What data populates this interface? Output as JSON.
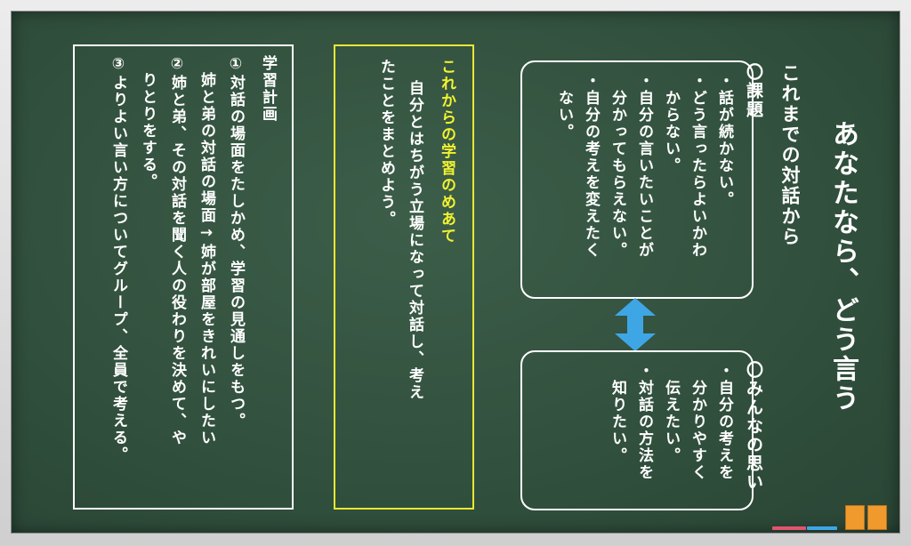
{
  "title": "あなたなら、どう言う",
  "subtitle": "これまでの対話から",
  "kadai": {
    "heading": "〇課題",
    "lines": [
      "・話が続かない。",
      "・どう言ったらよいかわ",
      "　からない。",
      "・自分の言いたいことが",
      "　分かってもらえない。",
      "・自分の考えを変えたく",
      "　ない。"
    ]
  },
  "minna": {
    "heading": "〇みんなの思い",
    "lines": [
      "・自分の考えを",
      "　分かりやすく",
      "　伝えたい。",
      "・対話の方法を",
      "　知りたい。"
    ]
  },
  "goal": {
    "heading": "これからの学習のめあて",
    "lines": [
      "自分とはちがう立場になって対話し、考え",
      "たことをまとめよう。"
    ]
  },
  "plan": {
    "heading": "学習計画",
    "lines": [
      "①対話の場面をたしかめ、学習の見通しをもつ。",
      "　姉と弟の対話の場面→姉が部屋をきれいにしたい",
      "②姉と弟、その対話を聞く人の役わりを決めて、や",
      "　りとりをする。",
      "③よりよい言い方についてグループ、全員で考える。"
    ]
  },
  "colors": {
    "board": "#33523f",
    "chalk_white": "#ffffff",
    "chalk_yellow": "#f2f230",
    "arrow_blue": "#3fa6e6"
  }
}
